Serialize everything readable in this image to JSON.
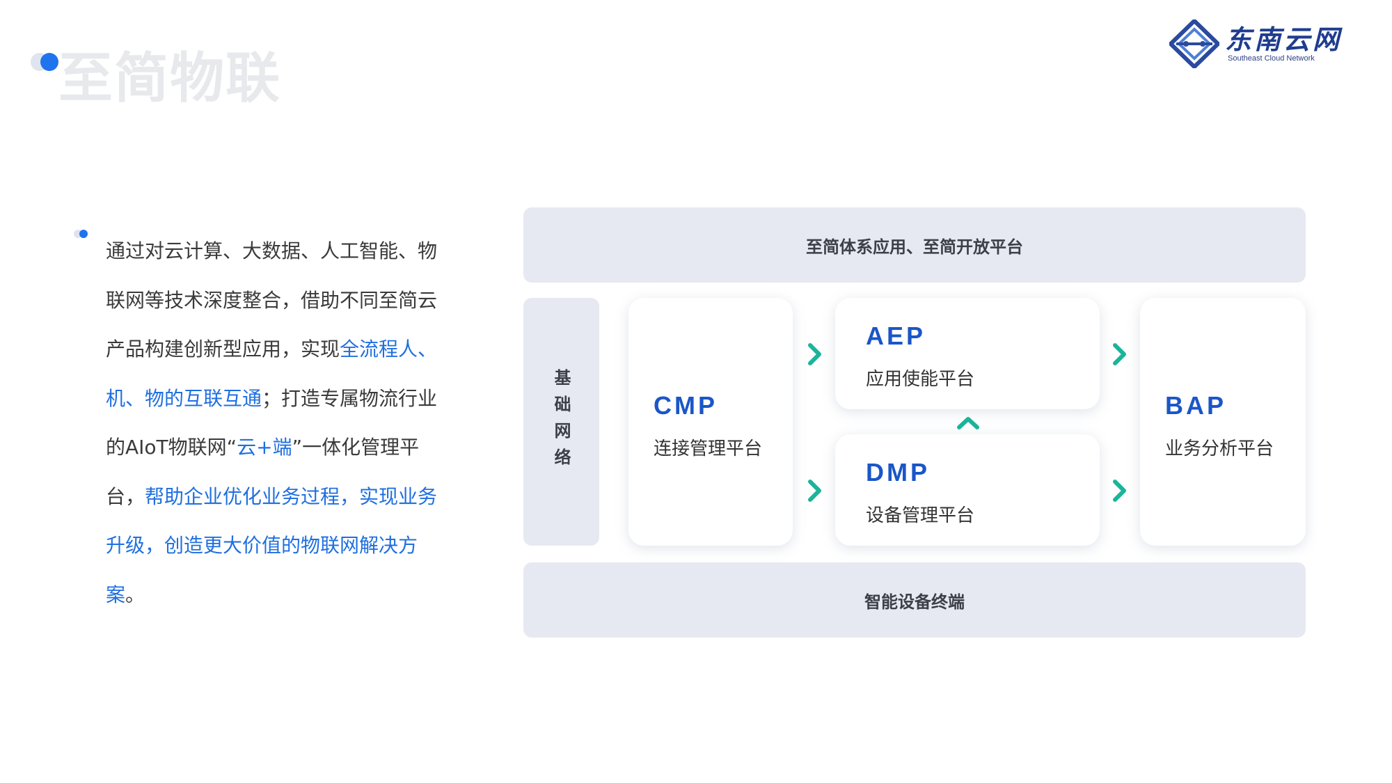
{
  "header": {
    "title": "至简物联",
    "logo_text": "东南云网",
    "logo_subtitle": "Southeast Cloud Network"
  },
  "description": {
    "p1": "通过对云计算、大数据、人工智能、物联网等技术深度整合，借助不同至简云产品构建创新型应用，实现",
    "h1": "全流程人、机、物的互联互通",
    "p2": "；打造专属物流行业的AIoT物联网“",
    "h2": "云+端",
    "p3": "”一体化管理平台，",
    "h3": "帮助企业优化业务过程，实现业务升级，创造更大价值的物联网解决方案",
    "p4": "。"
  },
  "diagram": {
    "top_band": "至简体系应用、至简开放平台",
    "bottom_band": "智能设备终端",
    "side": "基础网络",
    "cards": {
      "cmp": {
        "code": "CMP",
        "label": "连接管理平台"
      },
      "aep": {
        "code": "AEP",
        "label": "应用使能平台"
      },
      "dmp": {
        "code": "DMP",
        "label": "设备管理平台"
      },
      "bap": {
        "code": "BAP",
        "label": "业务分析平台"
      }
    }
  },
  "colors": {
    "accent": "#1f74ee",
    "highlight_text": "#1f6fe0",
    "arrow": "#1bb49a",
    "band_bg": "#e7e9f2"
  },
  "icons": {
    "arrow": "chevron-right-icon",
    "up_arrow": "chevron-up-icon"
  }
}
